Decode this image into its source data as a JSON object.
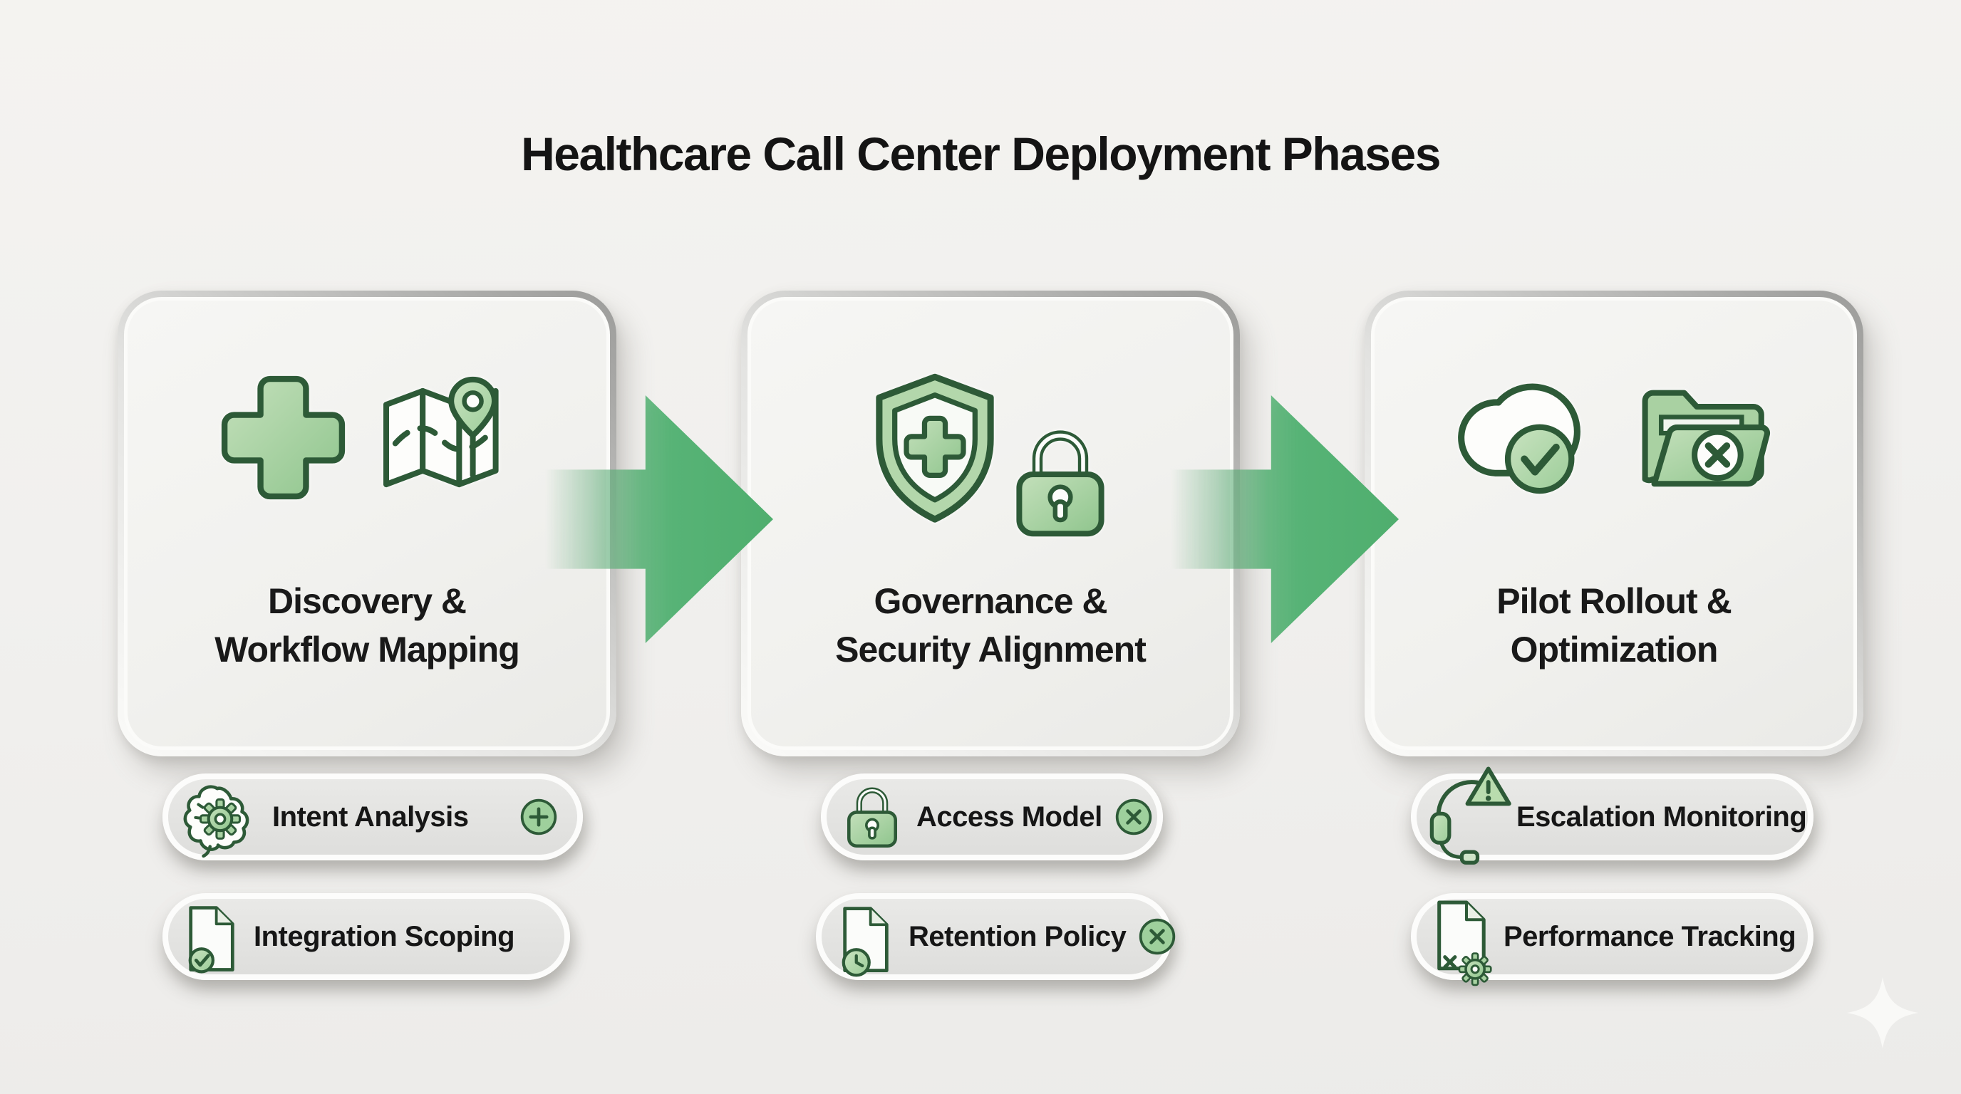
{
  "title": "Healthcare Call Center Deployment Phases",
  "colors": {
    "background": "#f1f0ee",
    "card_fill": "#f2f2ef",
    "pill_fill": "#e3e3e1",
    "arrow_green": "#57b376",
    "icon_dark_green": "#2d5a37",
    "icon_light_green": "#a8d2a2",
    "text": "#1a1a1a"
  },
  "phases": [
    {
      "title_lines": [
        "Discovery &",
        "Workflow Mapping"
      ],
      "icons": [
        "medical-cross-icon",
        "map-route-icon"
      ],
      "tags": [
        {
          "label": "Intent Analysis",
          "icon": "brain-gear-icon",
          "badge": "plus-badge"
        },
        {
          "label": "Integration Scoping",
          "icon": "document-check-icon",
          "badge": null
        }
      ]
    },
    {
      "title_lines": [
        "Governance &",
        "Security Alignment"
      ],
      "icons": [
        "shield-cross-icon",
        "padlock-icon"
      ],
      "tags": [
        {
          "label": "Access Model",
          "icon": "padlock-icon",
          "badge": "x-badge"
        },
        {
          "label": "Retention Policy",
          "icon": "document-clock-icon",
          "badge": "x-badge"
        }
      ]
    },
    {
      "title_lines": [
        "Pilot Rollout &",
        "Optimization"
      ],
      "icons": [
        "cloud-check-icon",
        "folder-x-icon"
      ],
      "tags": [
        {
          "label": "Escalation Monitoring",
          "icon": "headset-alert-icon",
          "badge": null
        },
        {
          "label": "Performance Tracking",
          "icon": "document-gear-icon",
          "badge": null
        }
      ]
    }
  ],
  "decorations": [
    "sparkle"
  ]
}
